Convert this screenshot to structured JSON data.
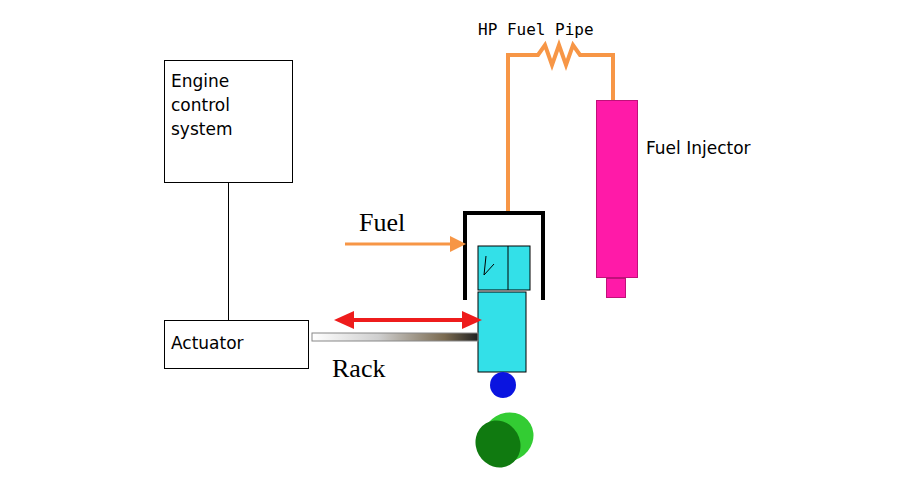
{
  "diagram": {
    "nodes": [
      {
        "text": [
          "Engine control system"
        ]
      },
      {
        "text": [
          "Actuator"
        ]
      },
      {
        "text": [
          "Fuel Injector"
        ]
      }
    ],
    "edges": [
      {
        "from": 0,
        "to": 1,
        "arrow": "none"
      }
    ],
    "labels": [
      "HP Fuel Pipe",
      "Fuel",
      "Rack"
    ]
  }
}
